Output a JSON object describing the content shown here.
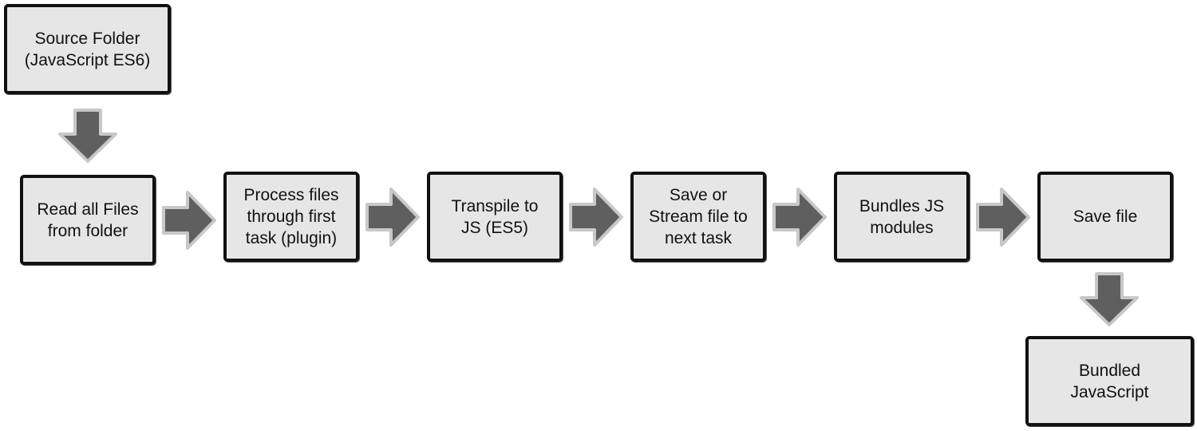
{
  "diagram": {
    "nodes": [
      {
        "id": "source",
        "label": "Source Folder\n(JavaScript ES6)"
      },
      {
        "id": "read",
        "label": "Read all Files\nfrom folder"
      },
      {
        "id": "process",
        "label": "Process files\nthrough first\ntask (plugin)"
      },
      {
        "id": "transpile",
        "label": "Transpile to\nJS (ES5)"
      },
      {
        "id": "save-stream",
        "label": "Save or\nStream file to\nnext task"
      },
      {
        "id": "bundle",
        "label": "Bundles JS\nmodules"
      },
      {
        "id": "save",
        "label": "Save file"
      },
      {
        "id": "output",
        "label": "Bundled\nJavaScript"
      }
    ],
    "edges": [
      {
        "from": "source",
        "to": "read"
      },
      {
        "from": "read",
        "to": "process"
      },
      {
        "from": "process",
        "to": "transpile"
      },
      {
        "from": "transpile",
        "to": "save-stream"
      },
      {
        "from": "save-stream",
        "to": "bundle"
      },
      {
        "from": "bundle",
        "to": "save"
      },
      {
        "from": "save",
        "to": "output"
      }
    ],
    "colors": {
      "box_fill": "#e6e6e6",
      "box_border": "#111111",
      "arrow_fill": "#5f5f5f",
      "arrow_outline": "#c8c8c8"
    }
  }
}
